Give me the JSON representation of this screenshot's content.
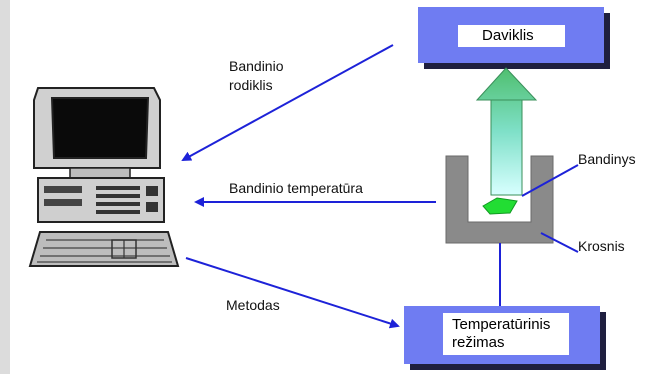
{
  "diagram": {
    "sensor_box_label": "Daviklis",
    "regime_box_label": "Temperatūrinis režimas",
    "labels": {
      "sample_indicator": "Bandinio rodiklis",
      "sample_temperature": "Bandinio temperatūra",
      "method": "Metodas",
      "sample": "Bandinys",
      "furnace": "Krosnis"
    },
    "colors": {
      "box_fill": "#6f7cf2",
      "box_shadow": "#1f1f3f",
      "arrow_line": "#1d22d8",
      "furnace_gray": "#8a8a8a",
      "sample_green": "#22dd33",
      "heat_arrow_top": "#4fbf6f",
      "heat_arrow_bottom": "#ccffff"
    }
  }
}
